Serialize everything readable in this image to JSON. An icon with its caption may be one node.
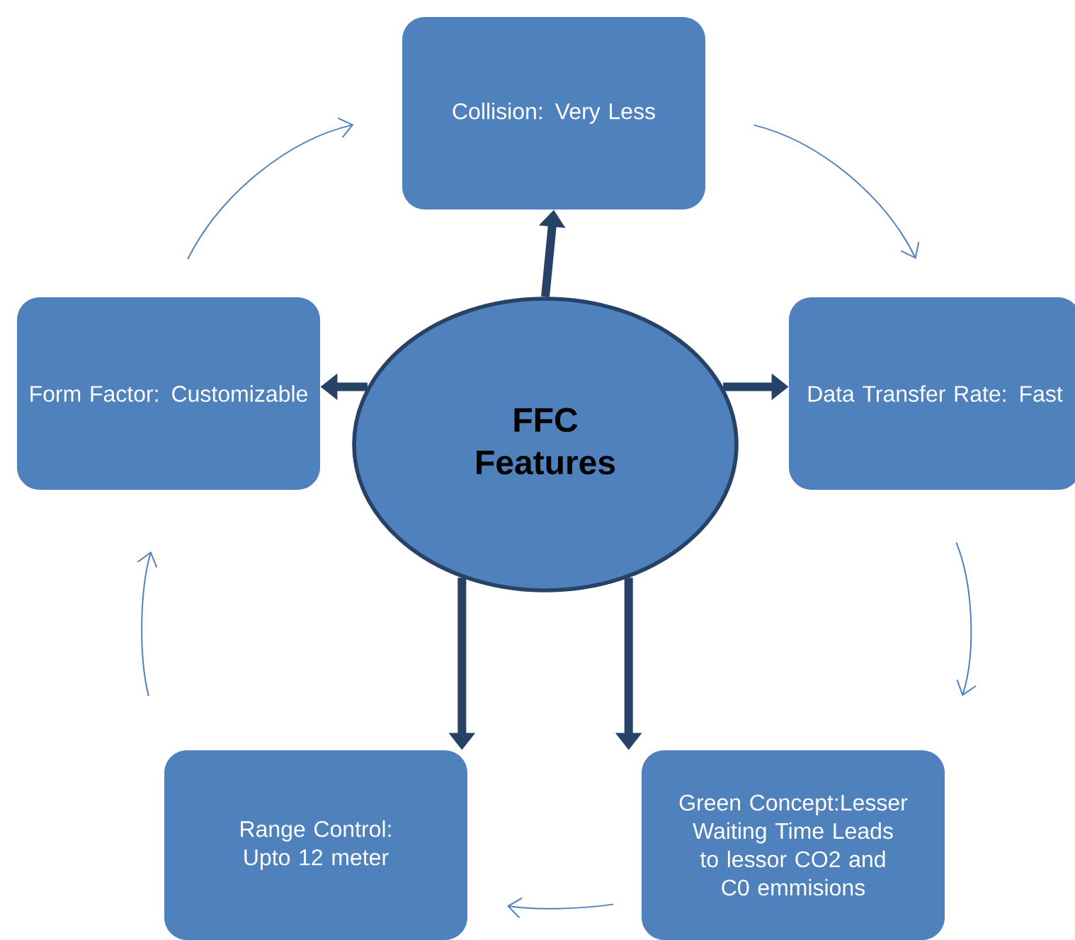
{
  "diagram": {
    "nodes": [
      {
        "text": [
          "FFC Features"
        ]
      },
      {
        "text": [
          "Collision: Very Less"
        ]
      },
      {
        "text": [
          "Data Transfer Rate: Fast"
        ]
      },
      {
        "text": [
          "Green Concept:Lesser Waiting Time Leads to lessor CO2 and C0 emmisions"
        ]
      },
      {
        "text": [
          "Range Control: Upto 12 meter"
        ]
      },
      {
        "text": [
          "Form Factor: Customizable"
        ]
      }
    ],
    "edges": [
      {
        "from": 0,
        "to": 1,
        "arrow": "to",
        "style": "thick",
        "color": "#264266"
      },
      {
        "from": 0,
        "to": 2,
        "arrow": "to",
        "style": "thick",
        "color": "#264266"
      },
      {
        "from": 0,
        "to": 3,
        "arrow": "to",
        "style": "thick",
        "color": "#264266"
      },
      {
        "from": 0,
        "to": 4,
        "arrow": "to",
        "style": "thick",
        "color": "#264266"
      },
      {
        "from": 0,
        "to": 5,
        "arrow": "to",
        "style": "thick",
        "color": "#264266"
      },
      {
        "from": 5,
        "to": 1,
        "arrow": "to"
      },
      {
        "from": 1,
        "to": 2,
        "arrow": "to"
      },
      {
        "from": 2,
        "to": 3,
        "arrow": "to"
      },
      {
        "from": 3,
        "to": 4,
        "arrow": "to"
      },
      {
        "from": 4,
        "to": 5,
        "arrow": "to"
      }
    ]
  }
}
